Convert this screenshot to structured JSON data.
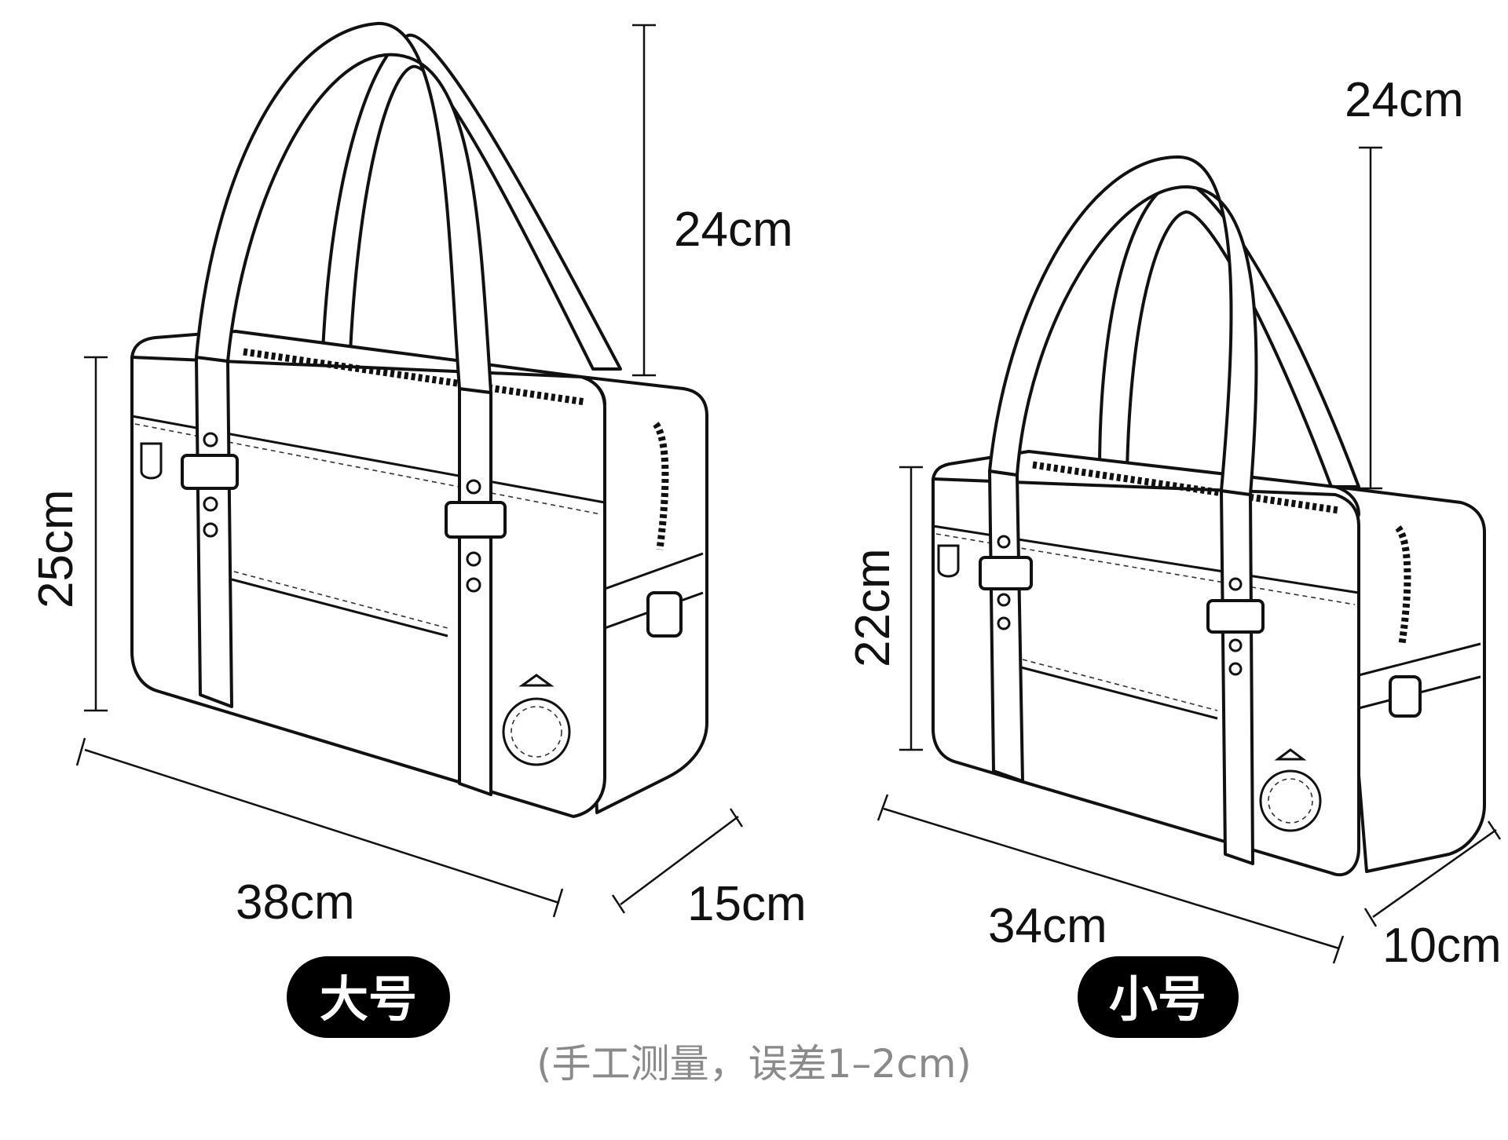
{
  "large_bag": {
    "strap_height": "24cm",
    "height": "25cm",
    "width": "38cm",
    "depth": "15cm",
    "size_label": "大号"
  },
  "small_bag": {
    "strap_height": "24cm",
    "height": "22cm",
    "width": "34cm",
    "depth": "10cm",
    "size_label": "小号"
  },
  "note": "(手工测量，误差1–2cm)",
  "colors": {
    "line": "#111111",
    "tag_bg": "#000000",
    "note": "#8a8a8a"
  }
}
